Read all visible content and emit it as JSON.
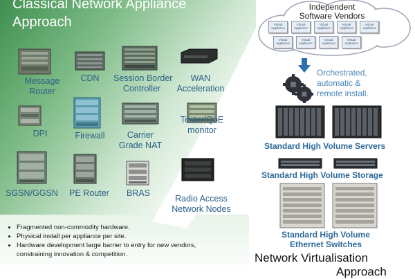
{
  "title": {
    "line1": "Classical Network Appliance",
    "line2": "Approach"
  },
  "appliances": {
    "message_router": {
      "line1": "Message",
      "line2": "Router"
    },
    "cdn": {
      "line1": "CDN"
    },
    "session_border": {
      "line1": "Session Border",
      "line2": "Controller"
    },
    "wan": {
      "line1": "WAN",
      "line2": "Acceleration"
    },
    "dpi": {
      "line1": "DPI"
    },
    "firewall": {
      "line1": "Firewall"
    },
    "carrier_nat": {
      "line1": "Carrier",
      "line2": "Grade NAT"
    },
    "tester": {
      "line1": "Tester/QoE",
      "line2": "monitor"
    },
    "sgsn": {
      "line1": "SGSN/GGSN"
    },
    "pe_router": {
      "line1": "PE Router"
    },
    "bras": {
      "line1": "BRAS"
    },
    "radio": {
      "line1": "Radio Access",
      "line2": "Network Nodes"
    }
  },
  "bullets": [
    "Fragmented non-commodity hardware.",
    "Physical install per appliance per site.",
    "Hardware development  large barrier to entry for new vendors, constraining innovation & competition."
  ],
  "cloud": {
    "line1": "Independent",
    "line2": "Software Vendors",
    "appliance_label": "Virtual Appliance"
  },
  "orchestrated": {
    "line1": "Orchestrated,",
    "line2": "automatic &",
    "line3": "remote install."
  },
  "standard": {
    "servers": "Standard High Volume Servers",
    "storage": "Standard High Volume Storage",
    "switches_line1": "Standard High Volume",
    "switches_line2": "Ethernet Switches"
  },
  "nv_title": {
    "line1": "Network Virtualisation",
    "line2": "Approach"
  },
  "colors": {
    "green_dark": "#4f9a5c",
    "green_light": "#dceedd",
    "label_blue": "#2c5f86",
    "orch_blue": "#4a86b8"
  }
}
